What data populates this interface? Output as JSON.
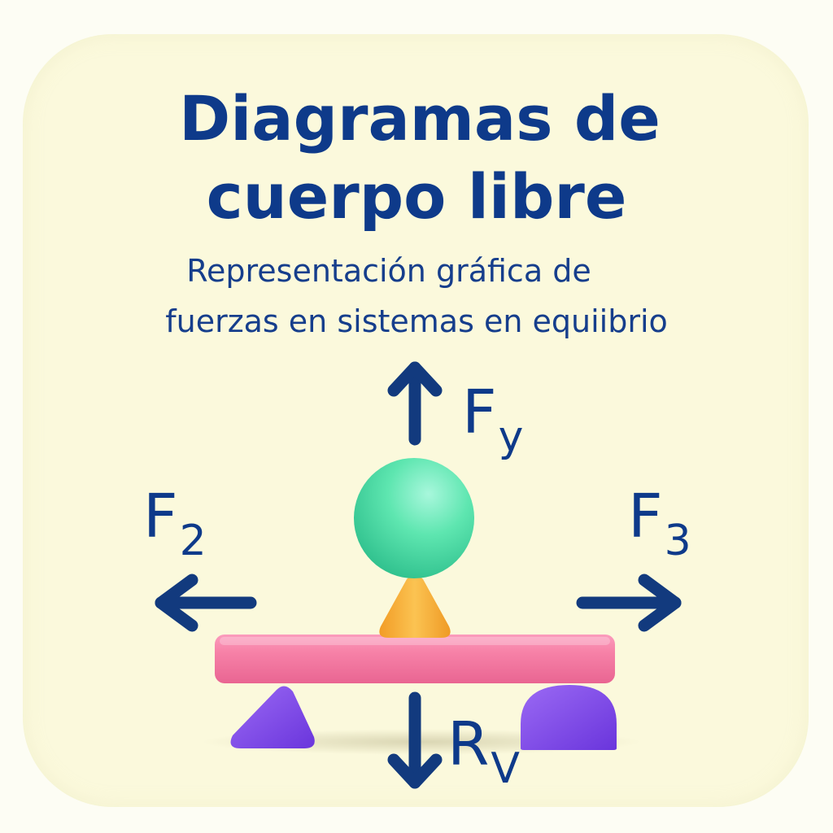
{
  "title": {
    "line1": "Diagramas de",
    "line2": "cuerpo libre"
  },
  "subtitle": {
    "line1": "Representación gráfica de",
    "line2": "fuerzas en sistemas en equiibrio"
  },
  "forces": {
    "fy": {
      "symbol": "F",
      "subscript": "y",
      "direction": "up"
    },
    "f2": {
      "symbol": "F",
      "subscript": "2",
      "direction": "left"
    },
    "f3": {
      "symbol": "F",
      "subscript": "3",
      "direction": "right"
    },
    "rv": {
      "symbol": "R",
      "subscript": "V",
      "direction": "down"
    }
  },
  "colors": {
    "background": "#fbf9dc",
    "text": "#0e3a8a",
    "arrow": "#123a7e",
    "sphere": "#5ee6b0",
    "cone": "#f5b23e",
    "beam": "#f77fa6",
    "supports": "#7b45e6"
  }
}
